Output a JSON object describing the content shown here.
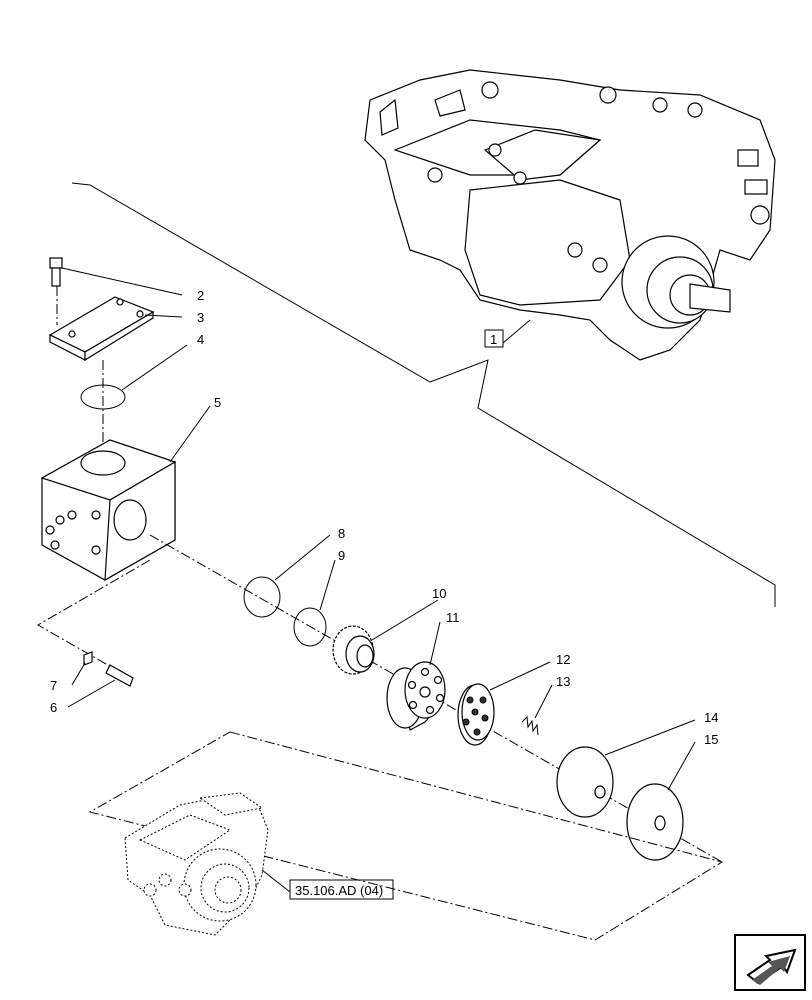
{
  "diagram": {
    "callouts": [
      "1",
      "2",
      "3",
      "4",
      "5",
      "8",
      "9",
      "10",
      "11",
      "7",
      "12",
      "13",
      "6",
      "14",
      "15"
    ],
    "reference": "35.106.AD (04)",
    "nav_icon": "arrow-icon"
  }
}
